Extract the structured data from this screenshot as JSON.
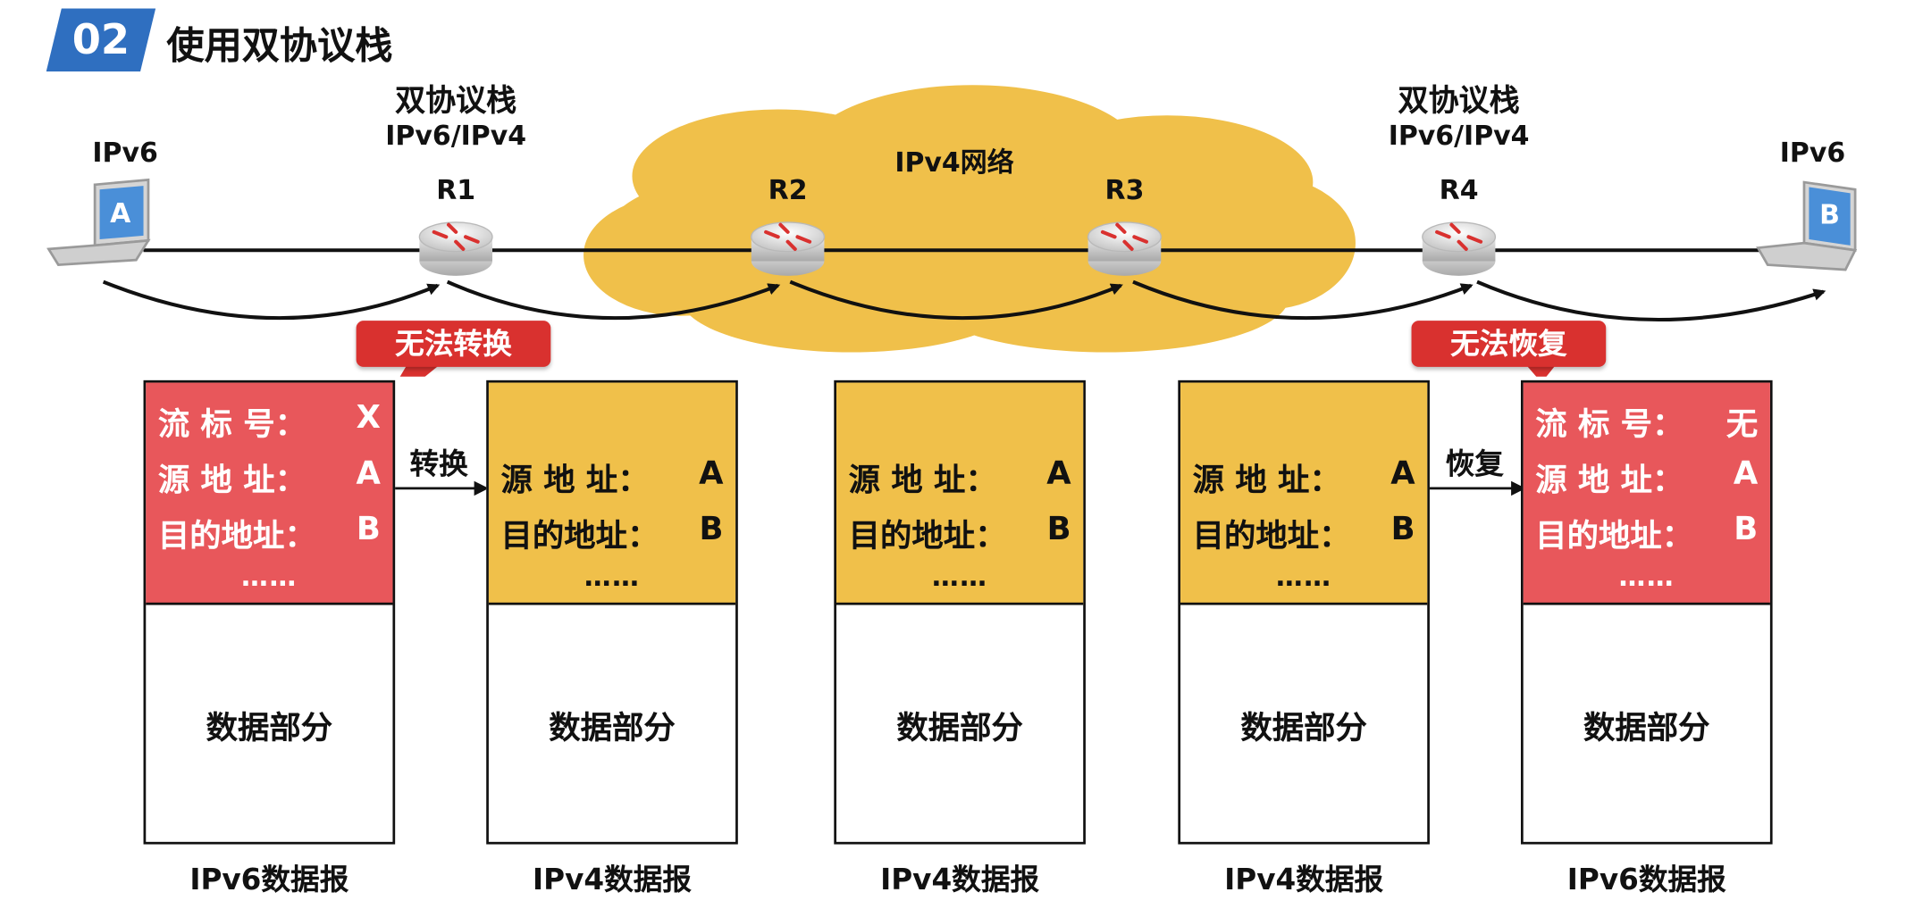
{
  "header": {
    "number": "02",
    "title": "使用双协议栈"
  },
  "network": {
    "cloud_label": "IPv4网络",
    "cloud_color": "#f0c04a",
    "hosts": [
      {
        "id": "A",
        "label": "IPv6"
      },
      {
        "id": "B",
        "label": "IPv6"
      }
    ],
    "routers": [
      {
        "name": "R1",
        "stack_title": "双协议栈",
        "stack_sub": "IPv6/IPv4"
      },
      {
        "name": "R2"
      },
      {
        "name": "R3"
      },
      {
        "name": "R4",
        "stack_title": "双协议栈",
        "stack_sub": "IPv6/IPv4"
      }
    ]
  },
  "callouts": {
    "left": "无法转换",
    "right": "无法恢复"
  },
  "transitions": {
    "convert": "转换",
    "restore": "恢复"
  },
  "colors": {
    "accent_blue": "#2f6fc0",
    "ipv6_header": "#e8575b",
    "ipv4_header": "#f0c04a",
    "callout": "#d9312f"
  },
  "packets": [
    {
      "header_color": "red",
      "rows": [
        {
          "label": "流 标 号：",
          "value": "X"
        },
        {
          "label": "源 地 址：",
          "value": "A"
        },
        {
          "label": "目的地址：",
          "value": "B"
        }
      ],
      "ellipsis": "……",
      "body": "数据部分",
      "caption": "IPv6数据报"
    },
    {
      "header_color": "yellow",
      "rows": [
        {
          "label": "源 地 址：",
          "value": "A"
        },
        {
          "label": "目的地址：",
          "value": "B"
        }
      ],
      "ellipsis": "……",
      "body": "数据部分",
      "caption": "IPv4数据报"
    },
    {
      "header_color": "yellow",
      "rows": [
        {
          "label": "源 地 址：",
          "value": "A"
        },
        {
          "label": "目的地址：",
          "value": "B"
        }
      ],
      "ellipsis": "……",
      "body": "数据部分",
      "caption": "IPv4数据报"
    },
    {
      "header_color": "yellow",
      "rows": [
        {
          "label": "源 地 址：",
          "value": "A"
        },
        {
          "label": "目的地址：",
          "value": "B"
        }
      ],
      "ellipsis": "……",
      "body": "数据部分",
      "caption": "IPv4数据报"
    },
    {
      "header_color": "red",
      "rows": [
        {
          "label": "流 标 号：",
          "value": "无"
        },
        {
          "label": "源 地 址：",
          "value": "A"
        },
        {
          "label": "目的地址：",
          "value": "B"
        }
      ],
      "ellipsis": "……",
      "body": "数据部分",
      "caption": "IPv6数据报"
    }
  ]
}
